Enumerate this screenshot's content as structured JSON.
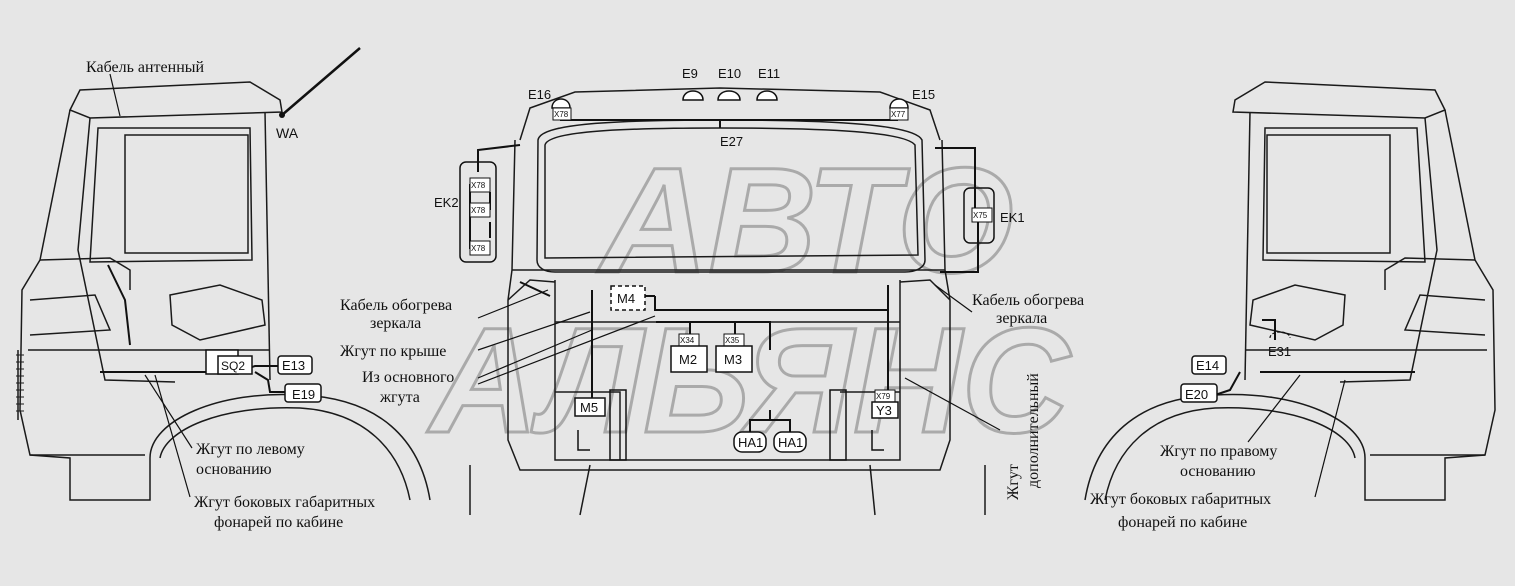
{
  "left_labels": {
    "antenna_cable": "Кабель антенный",
    "wa": "WA",
    "left_base_harness_1": "Жгут по левому",
    "left_base_harness_2": "основанию",
    "side_lights_1": "Жгут боковых габаритных",
    "side_lights_2": "фонарей по кабине"
  },
  "center_labels": {
    "mirror_heat_left_1": "Кабель обогрева",
    "mirror_heat_left_2": "зеркала",
    "roof_harness": "Жгут по крыше",
    "from_main_1": "Из основного",
    "from_main_2": "жгута",
    "mirror_heat_right_1": "Кабель обогрева",
    "mirror_heat_right_2": "зеркала",
    "additional_harness_1": "Жгут",
    "additional_harness_2": "дополнительный"
  },
  "right_labels": {
    "right_base_harness_1": "Жгут по правому",
    "right_base_harness_2": "основанию",
    "side_lights_1": "Жгут боковых габаритных",
    "side_lights_2": "фонарей по кабине"
  },
  "components": {
    "e9": "E9",
    "e10": "E10",
    "e11": "E11",
    "e16": "E16",
    "e15": "E15",
    "e27": "E27",
    "ek1": "EK1",
    "ek2": "EK2",
    "m4": "M4",
    "m2": "M2",
    "m3": "M3",
    "m5": "M5",
    "y3": "Y3",
    "ha1a": "HA1",
    "ha1b": "HA1",
    "e13": "E13",
    "e19": "E19",
    "sq2": "SQ2",
    "e14": "E14",
    "e20": "E20",
    "e31": "E31"
  },
  "connectors": {
    "x78a": "X78",
    "x78b": "X78",
    "x78c": "X78",
    "x78d": "X78",
    "x77": "X77",
    "x75": "X75",
    "x79": "X79",
    "x34": "X34",
    "x35": "X35"
  },
  "watermark": {
    "line1": "АВТО",
    "line2": "АЛЬЯНС"
  }
}
